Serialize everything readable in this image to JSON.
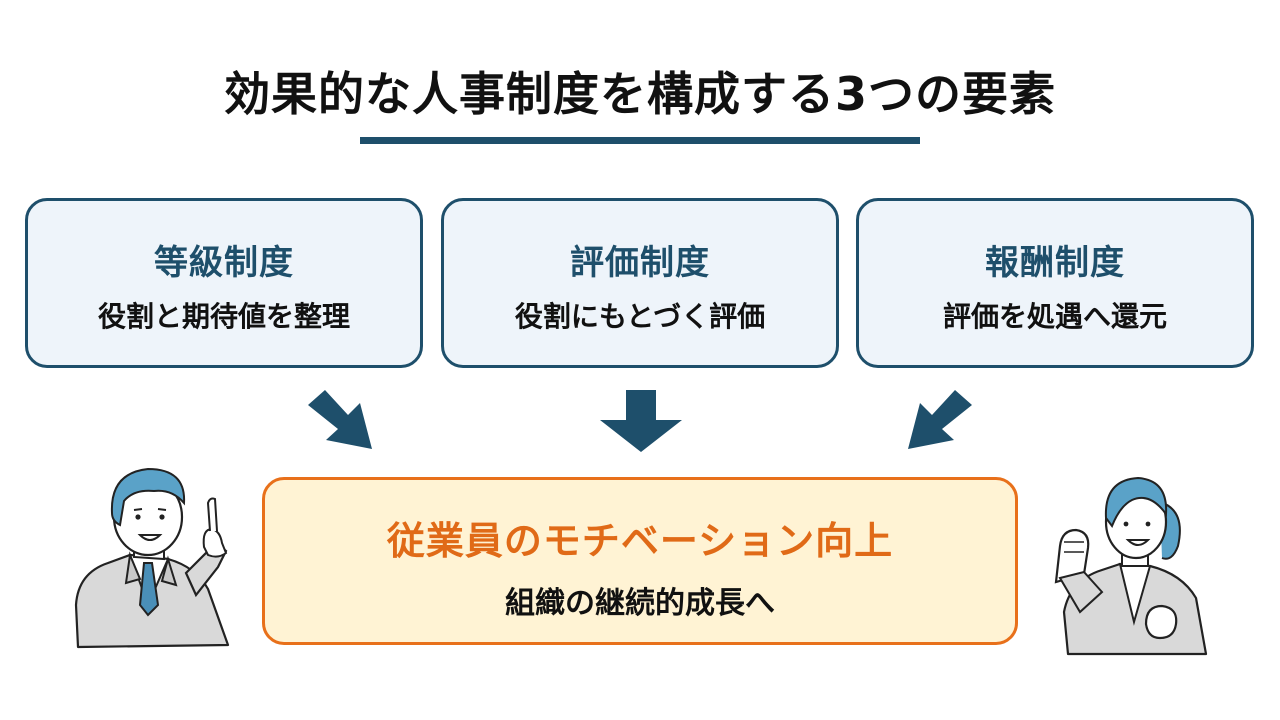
{
  "title": "効果的な人事制度を構成する3つの要素",
  "elements": [
    {
      "heading": "等級制度",
      "description": "役割と期待値を整理"
    },
    {
      "heading": "評価制度",
      "description": "役割にもとづく評価"
    },
    {
      "heading": "報酬制度",
      "description": "評価を処遇へ還元"
    }
  ],
  "outcome": {
    "heading": "従業員のモチベーション向上",
    "description": "組織の継続的成長へ"
  },
  "colors": {
    "navy": "#1e4f6b",
    "card_fill": "#eef4fa",
    "orange": "#e8701a",
    "outcome_fill": "#fff3d4"
  },
  "icons": [
    "arrow-down-right-icon",
    "arrow-down-icon",
    "arrow-down-left-icon",
    "businessman-pointing-illustration",
    "businesswoman-fist-illustration"
  ]
}
